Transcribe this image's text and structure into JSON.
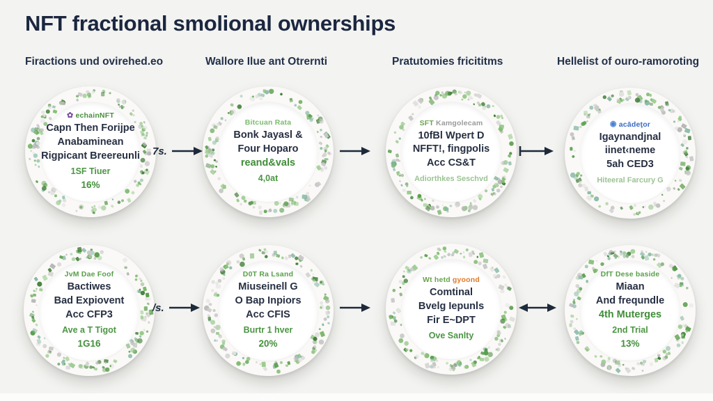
{
  "title": "NFT fractional smolional ownerships",
  "columns": [
    "Firactions und ovirehed.eo",
    "Wallore Ilue ant Otrernti",
    "Pratutomies fricititms",
    "Hellelist of ouro-ramoroting"
  ],
  "colors": {
    "background": "#f3f3f1",
    "title": "#1b2740",
    "heading": "#22304a",
    "dark_text": "#262f42",
    "green_text": "#3f8d38",
    "light_green_text": "#9cc494",
    "gray_text": "#9a9a9a",
    "blue_text": "#3a6bc4",
    "orange_text": "#dd7a2c",
    "purple_icon": "#7b4fa0",
    "arrow": "#1d2a3a",
    "confetti": [
      "#5a9e4c",
      "#7ab86a",
      "#98c98b",
      "#3f7d36",
      "#c9c9c9",
      "#b7b7b7",
      "#e0e0de",
      "#86b8a6"
    ]
  },
  "grid": {
    "rows": [
      {
        "cells": [
          {
            "badge": {
              "icon": "flower-icon",
              "icon_color": "#7b4fa0",
              "segments": [
                {
                  "text": "echainNFT",
                  "color": "#4a8f3f"
                }
              ]
            },
            "lines": [
              {
                "text": "Capn Then Forijpe",
                "style": "main"
              },
              {
                "text": "Anabaminean",
                "style": "main"
              },
              {
                "text": "Rigpicant Breereunli",
                "style": "main"
              },
              {
                "text": "1SF Tiuer",
                "style": "sub"
              },
              {
                "text": "16%",
                "style": "val"
              }
            ]
          },
          {
            "badge": {
              "icon": "",
              "icon_color": "",
              "segments": [
                {
                  "text": "Bitcuan Rata",
                  "color": "#7dbb6e"
                }
              ]
            },
            "lines": [
              {
                "text": "Bonk Jayasl &",
                "style": "main"
              },
              {
                "text": "Four Hoparo",
                "style": "main"
              },
              {
                "text": "reand&vals",
                "style": "green-main"
              },
              {
                "text": "4,0at",
                "style": "sub"
              }
            ]
          },
          {
            "badge": {
              "icon": "",
              "icon_color": "",
              "segments": [
                {
                  "text": "SFT ",
                  "color": "#6aa34e"
                },
                {
                  "text": "Kamgolecam",
                  "color": "#9a9a9a"
                }
              ]
            },
            "lines": [
              {
                "text": "10fBl Wpert D",
                "style": "main"
              },
              {
                "text": "NFFT!, fingpolis",
                "style": "main"
              },
              {
                "text": "Acc CS&T",
                "style": "main"
              },
              {
                "text": "Adiorthkes Seschvd",
                "style": "note"
              }
            ]
          },
          {
            "badge": {
              "icon": "dot-icon",
              "icon_color": "#4a7fd4",
              "segments": [
                {
                  "text": "acādeţor",
                  "color": "#3a6bc4"
                }
              ]
            },
            "lines": [
              {
                "text": "Igaynandjnal",
                "style": "main"
              },
              {
                "text": "iinet‹neme",
                "style": "main"
              },
              {
                "text": "5ah CED3",
                "style": "main"
              },
              {
                "text": "Hiteeral Farcury G",
                "style": "note"
              }
            ]
          }
        ],
        "connectors": [
          {
            "label": "7s.",
            "type": "arrow"
          },
          {
            "label": "",
            "type": "arrow"
          },
          {
            "label": "",
            "type": "bar-arrow"
          }
        ]
      },
      {
        "cells": [
          {
            "badge": {
              "icon": "",
              "icon_color": "",
              "segments": [
                {
                  "text": "JvM Dae Foof",
                  "color": "#58a04a"
                }
              ]
            },
            "lines": [
              {
                "text": "Bactiwes",
                "style": "main"
              },
              {
                "text": "Bad Expiovent",
                "style": "main"
              },
              {
                "text": "Acc CFP3",
                "style": "main"
              },
              {
                "text": "Ave a T Tigot",
                "style": "sub"
              },
              {
                "text": "1G16",
                "style": "val"
              }
            ]
          },
          {
            "badge": {
              "icon": "",
              "icon_color": "",
              "segments": [
                {
                  "text": "D0T Ra Lsand",
                  "color": "#58a04a"
                }
              ]
            },
            "lines": [
              {
                "text": "Miuseinell G",
                "style": "main"
              },
              {
                "text": "O Bap Inpiors",
                "style": "main"
              },
              {
                "text": "Acc CFIS",
                "style": "main"
              },
              {
                "text": "Burtr 1 hver",
                "style": "sub"
              },
              {
                "text": "20%",
                "style": "val"
              }
            ]
          },
          {
            "badge": {
              "icon": "",
              "icon_color": "",
              "segments": [
                {
                  "text": "Wt hetd ",
                  "color": "#6aa34e"
                },
                {
                  "text": "gyoond",
                  "color": "#dd7a2c"
                }
              ]
            },
            "lines": [
              {
                "text": "Comtinal",
                "style": "main"
              },
              {
                "text": "Bvelg Iepunls",
                "style": "main"
              },
              {
                "text": "Fir E~DPT",
                "style": "main"
              },
              {
                "text": "Ove Sanlty",
                "style": "sub"
              }
            ]
          },
          {
            "badge": {
              "icon": "",
              "icon_color": "",
              "segments": [
                {
                  "text": "DfT Dese baside",
                  "color": "#58a04a"
                }
              ]
            },
            "lines": [
              {
                "text": "Miaan",
                "style": "main"
              },
              {
                "text": "And frequndle",
                "style": "main"
              },
              {
                "text": "4th Muterges",
                "style": "green-main"
              },
              {
                "text": "2nd Trial",
                "style": "sub"
              },
              {
                "text": "13%",
                "style": "val"
              }
            ]
          }
        ],
        "connectors": [
          {
            "label": "/s.",
            "type": "arrow"
          },
          {
            "label": "",
            "type": "arrow"
          },
          {
            "label": "",
            "type": "double-arrow"
          }
        ]
      }
    ]
  }
}
